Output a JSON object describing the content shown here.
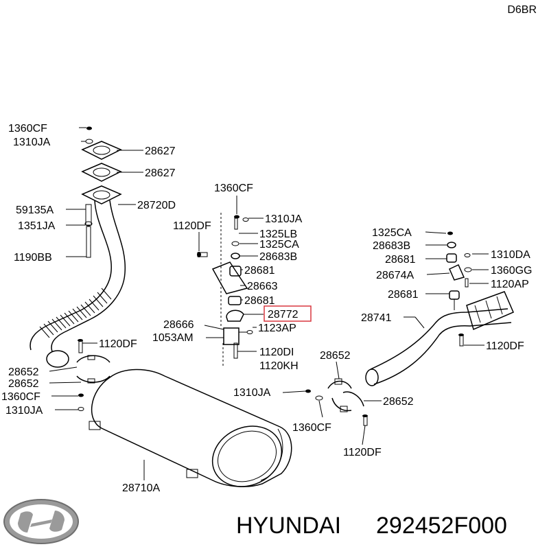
{
  "diagram_code": "D6BR",
  "footer": {
    "brand": "HYUNDAI",
    "part_number": "292452F000"
  },
  "highlight_color": "#d9363e",
  "labels": {
    "l1360CF_a": "1360CF",
    "l1310JA_a": "1310JA",
    "l28627_a": "28627",
    "l28627_b": "28627",
    "l59135A": "59135A",
    "l28720D": "28720D",
    "l1351JA": "1351JA",
    "l1190BB": "1190BB",
    "l1120DF_a": "1120DF",
    "l28652_a": "28652",
    "l28652_b": "28652",
    "l1360CF_b": "1360CF",
    "l1310JA_b": "1310JA",
    "l1360CF_c": "1360CF",
    "l1310JA_c": "1310JA",
    "l1120DF_b": "1120DF",
    "l1325LB": "1325LB",
    "l1325CA_a": "1325CA",
    "l28683B_a": "28683B",
    "l28681_a": "28681",
    "l28663": "28663",
    "l28681_b": "28681",
    "l28772": "28772",
    "l28666": "28666",
    "l1053AM": "1053AM",
    "l1123AP": "1123AP",
    "l1120DI": "1120DI",
    "l1120KH": "1120KH",
    "l28652_c": "28652",
    "l1310JA_d": "1310JA",
    "l28652_d": "28652",
    "l1360CF_d": "1360CF",
    "l1120DF_c": "1120DF",
    "l28710A": "28710A",
    "l1325CA_b": "1325CA",
    "l28683B_b": "28683B",
    "l28681_c": "28681",
    "l1310DA": "1310DA",
    "l28674A": "28674A",
    "l1360GG": "1360GG",
    "l1120AP": "1120AP",
    "l28681_d": "28681",
    "l28741": "28741",
    "l1120DF_d": "1120DF"
  }
}
